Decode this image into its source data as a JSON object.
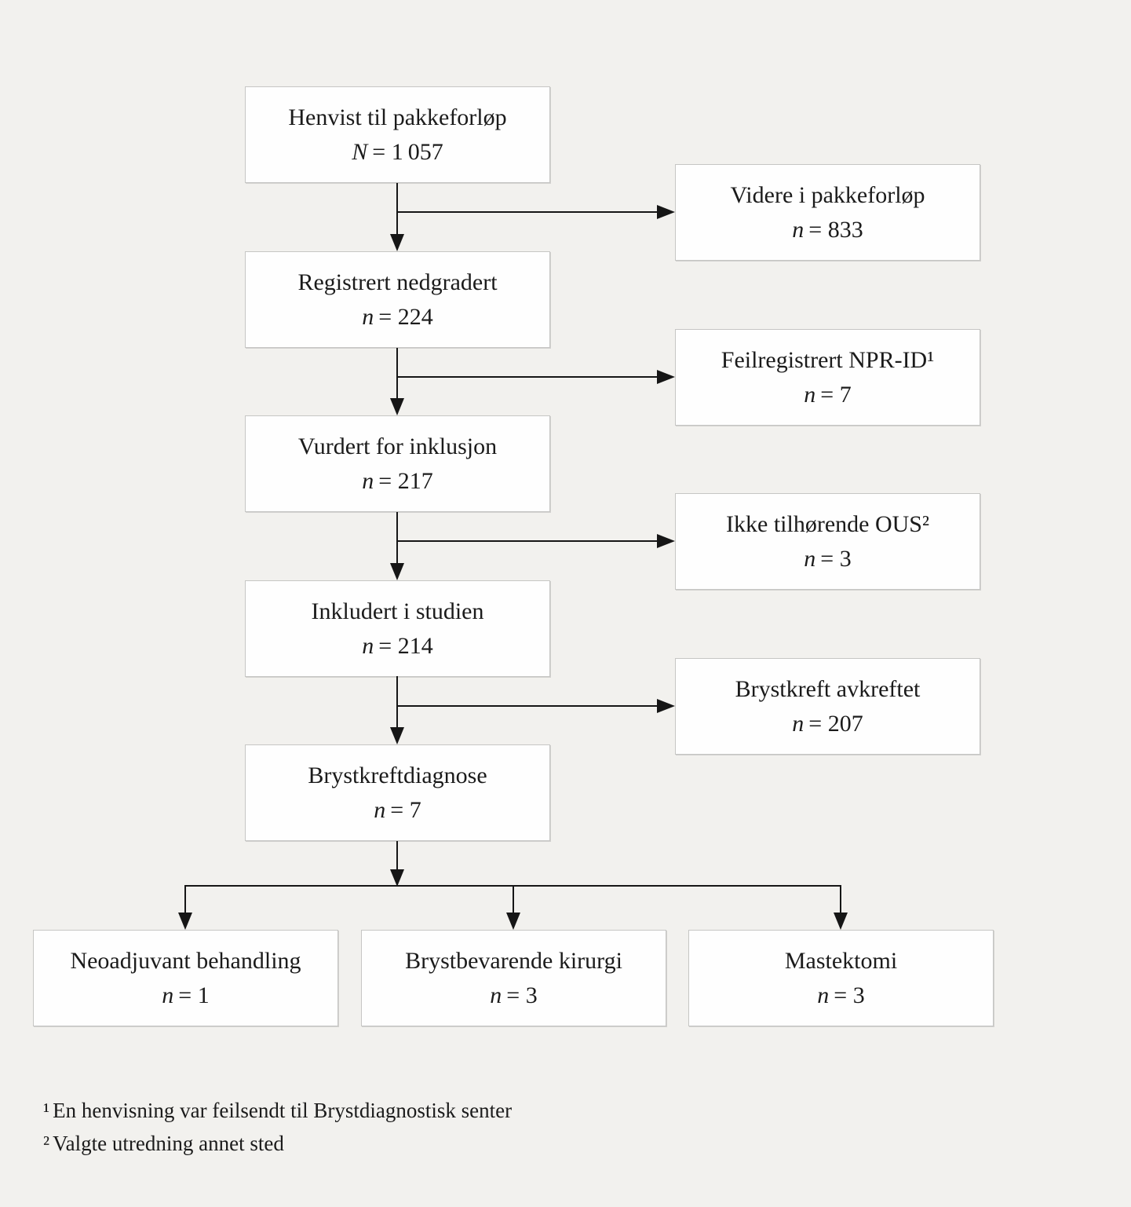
{
  "figure": {
    "colors": {
      "background": "#f2f1ee",
      "box_fill": "#fefefe",
      "box_border": "#c6c6c4",
      "line": "#161616",
      "text": "#1b1b1b"
    },
    "main_boxes": [
      {
        "label": "Henvist til pakkeforløp",
        "count_var": "N",
        "count_rest": "= 1 057"
      },
      {
        "label": "Registrert nedgradert",
        "count_var": "n",
        "count_rest": "= 224"
      },
      {
        "label": "Vurdert for inklusjon",
        "count_var": "n",
        "count_rest": "= 217"
      },
      {
        "label": "Inkludert i studien",
        "count_var": "n",
        "count_rest": "= 214"
      },
      {
        "label": "Brystkreftdiagnose",
        "count_var": "n",
        "count_rest": "= 7"
      }
    ],
    "side_boxes": [
      {
        "label": "Videre i pakkeforløp",
        "count_var": "n",
        "count_rest": "= 833"
      },
      {
        "label": "Feilregistrert NPR-ID¹",
        "count_var": "n",
        "count_rest": "= 7"
      },
      {
        "label": "Ikke tilhørende OUS²",
        "count_var": "n",
        "count_rest": "= 3"
      },
      {
        "label": "Brystkreft avkreftet",
        "count_var": "n",
        "count_rest": "= 207"
      }
    ],
    "outcome_boxes": [
      {
        "label": "Neoadjuvant behandling",
        "count_var": "n",
        "count_rest": "= 1"
      },
      {
        "label": "Brystbevarende kirurgi",
        "count_var": "n",
        "count_rest": "= 3"
      },
      {
        "label": "Mastektomi",
        "count_var": "n",
        "count_rest": "= 3"
      }
    ],
    "footnotes": [
      {
        "marker": "¹",
        "text": "En henvisning var feilsendt til Brystdiagnostisk senter"
      },
      {
        "marker": "²",
        "text": "Valgte utredning annet sted"
      }
    ]
  }
}
